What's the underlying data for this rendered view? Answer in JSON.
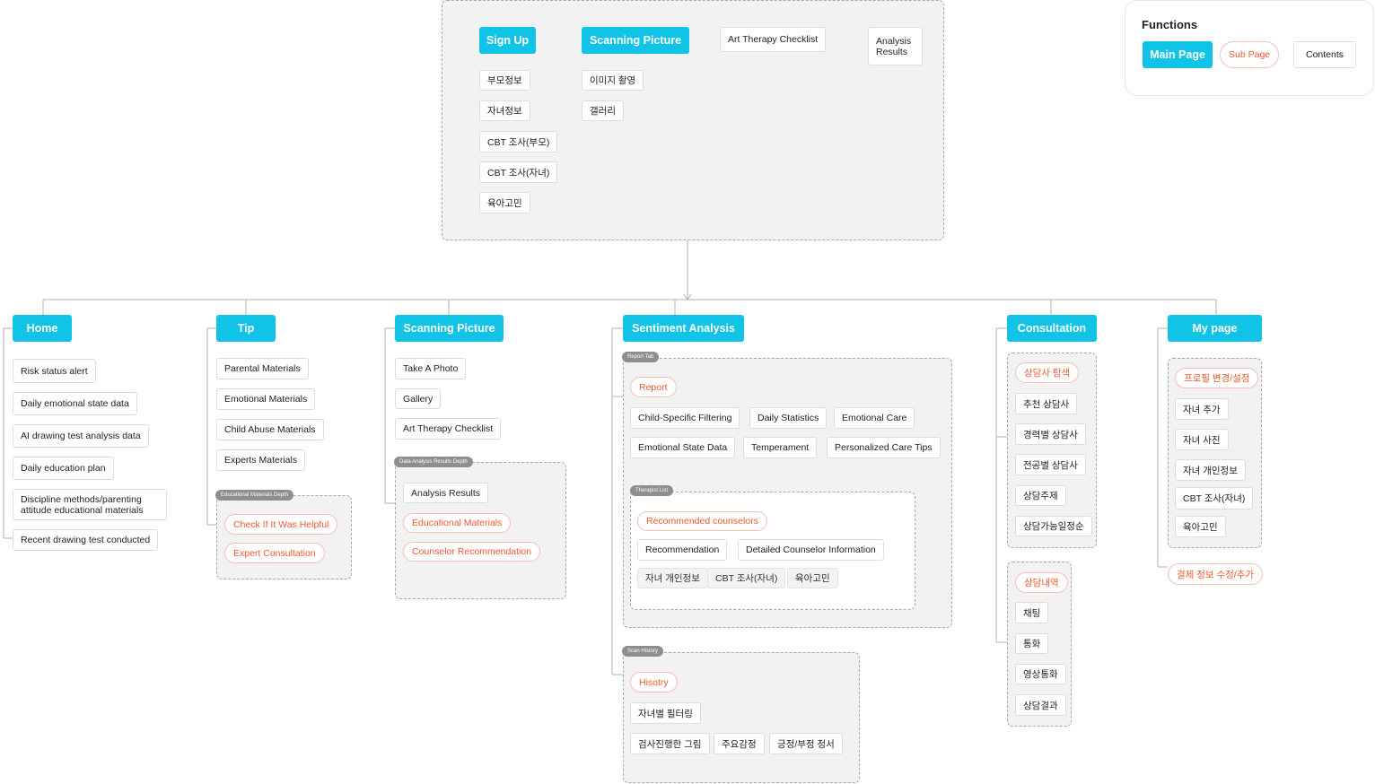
{
  "legend": {
    "title": "Functions",
    "main_page": "Main Page",
    "sub_page": "Sub Page",
    "contents": "Contents"
  },
  "colors": {
    "main": "#12c3e8",
    "sub_text": "#ee5a30",
    "sub_border": "#f2c2b4",
    "group_bg": "#f2f2f2",
    "tag_bg": "#8e8e8e"
  },
  "top": {
    "sign_up": "Sign Up",
    "scanning_picture": "Scanning Picture",
    "art_therapy_checklist": "Art Therapy Checklist",
    "analysis_results": "Analysis Results",
    "signup_items": [
      "부모정보",
      "자녀정보",
      "CBT 조사(부모)",
      "CBT 조사(자녀)",
      "육아고민"
    ],
    "scan_items": [
      "이미지 촬영",
      "갤러리"
    ]
  },
  "home": {
    "title": "Home",
    "items": [
      "Risk status alert",
      "Daily emotional state data",
      "AI drawing test analysis data",
      "Daily education plan",
      "Discipline methods/parenting attitude educational materials",
      "Recent drawing test conducted"
    ]
  },
  "tip": {
    "title": "Tip",
    "items": [
      "Parental Materials",
      "Emotional Materials",
      "Child Abuse Materials",
      "Experts Materials"
    ],
    "depth_tag": "Educational Materials Depth",
    "depth_items": [
      "Check If It Was Helpful",
      "Expert Consultation"
    ]
  },
  "scanning": {
    "title": "Scanning Picture",
    "items": [
      "Take A Photo",
      "Gallery",
      "Art Therapy Checklist"
    ],
    "depth_tag": "Data Analysis Results Depth",
    "analysis_results": "Analysis Results",
    "depth_items": [
      "Educational Materials",
      "Counselor Recommendation"
    ]
  },
  "sentiment": {
    "title": "Sentiment Analysis",
    "report_tag": "Report Tab",
    "report": "Report",
    "report_row1": [
      "Child-Specific Filtering",
      "Daily Statistics",
      "Emotional Care"
    ],
    "report_row2": [
      "Emotional State Data",
      "Temperament",
      "Personalized Care Tips"
    ],
    "therapist_tag": "Therapist List",
    "recommended": "Recommended counselors",
    "therapist_row1": [
      "Recommendation",
      "Detailed Counselor Information"
    ],
    "therapist_row2": [
      "자녀 개인정보",
      "CBT 조사(자녀)",
      "육아고민"
    ],
    "scan_tag": "Scan History",
    "history": "Hisotry",
    "history_filter": "자녀별 필터링",
    "history_row": [
      "검사진행한 그림",
      "주요감정",
      "긍정/부정 정서"
    ]
  },
  "consultation": {
    "title": "Consultation",
    "group1_sub": "상담사 탐색",
    "group1_items": [
      "추천 상담사",
      "경력별 상담사",
      "전공별 상담사",
      "상담주제",
      "상담가능일정순"
    ],
    "group2_sub": "상담내역",
    "group2_items": [
      "채팅",
      "통화",
      "영상통화",
      "상담결과"
    ]
  },
  "mypage": {
    "title": "My page",
    "sub": "프로필 변경/설정",
    "items": [
      "자녀 추가",
      "자녀 사진",
      "자녀 개인정보",
      "CBT 조사(자녀)",
      "육아고민"
    ],
    "payment": "결제 정보 수정/추가"
  }
}
